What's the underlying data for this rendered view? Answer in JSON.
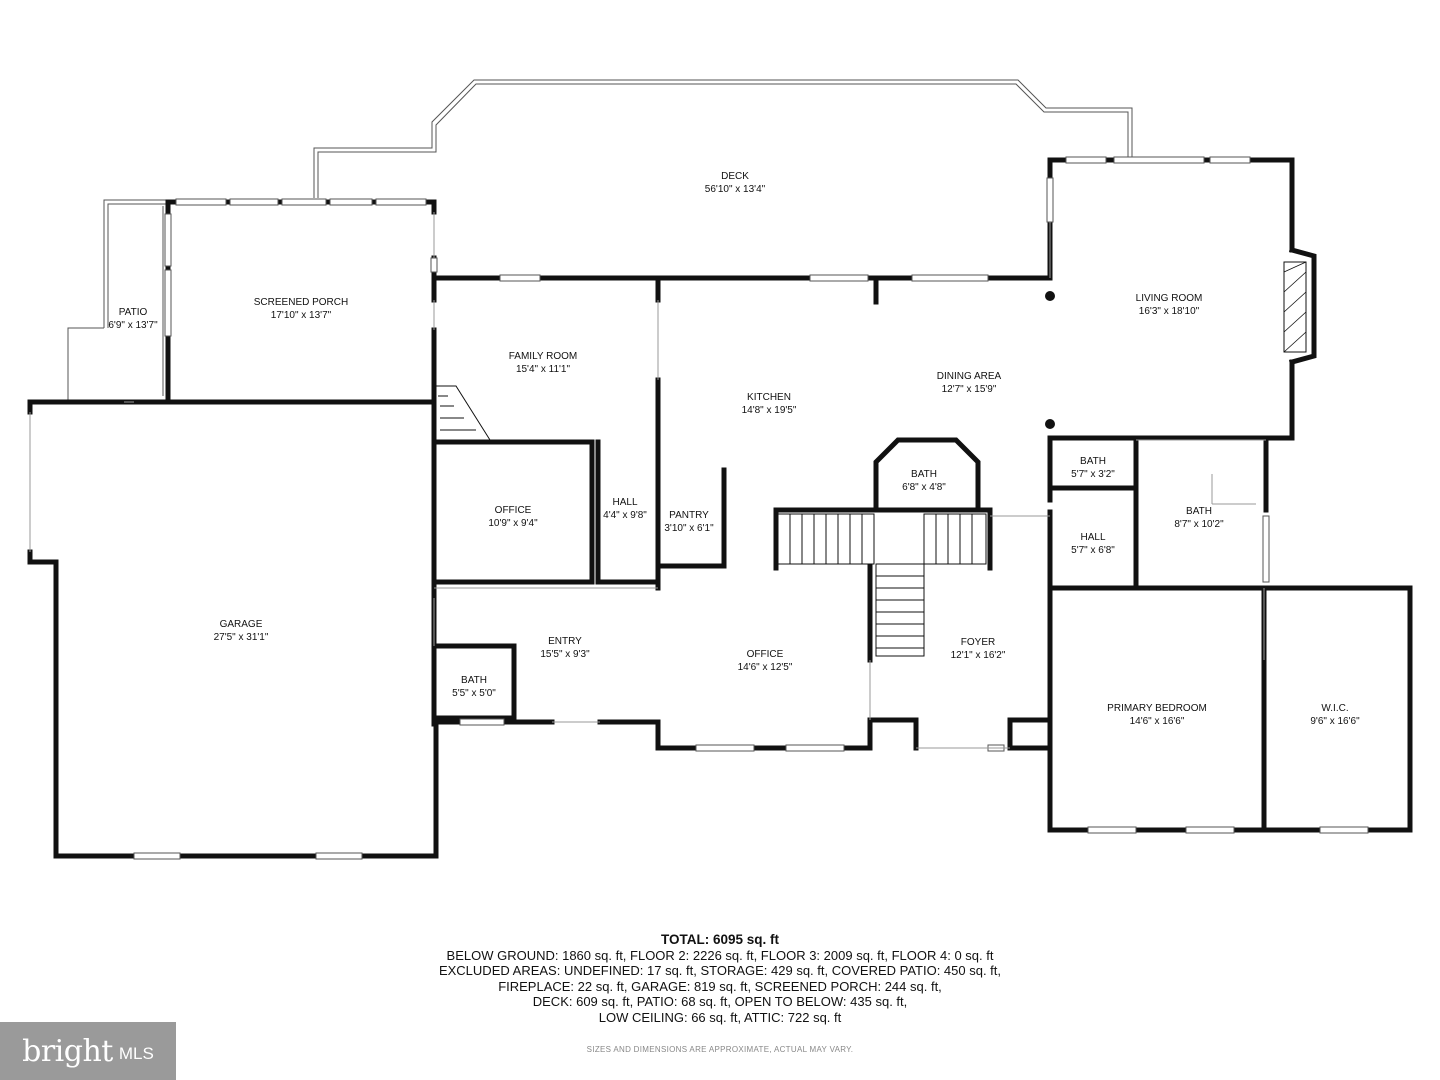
{
  "rooms": {
    "deck": {
      "name": "DECK",
      "dims": "56'10\" x 13'4\""
    },
    "screened_porch": {
      "name": "SCREENED PORCH",
      "dims": "17'10\" x 13'7\""
    },
    "patio": {
      "name": "PATIO",
      "dims": "6'9\" x 13'7\""
    },
    "family_room": {
      "name": "FAMILY ROOM",
      "dims": "15'4\" x 11'1\""
    },
    "kitchen": {
      "name": "KITCHEN",
      "dims": "14'8\" x 19'5\""
    },
    "dining_area": {
      "name": "DINING AREA",
      "dims": "12'7\" x 15'9\""
    },
    "living_room": {
      "name": "LIVING ROOM",
      "dims": "16'3\" x 18'10\""
    },
    "garage": {
      "name": "GARAGE",
      "dims": "27'5\" x 31'1\""
    },
    "office_left": {
      "name": "OFFICE",
      "dims": "10'9\" x 9'4\""
    },
    "hall_left": {
      "name": "HALL",
      "dims": "4'4\" x 9'8\""
    },
    "pantry": {
      "name": "PANTRY",
      "dims": "3'10\" x 6'1\""
    },
    "bath_center": {
      "name": "BATH",
      "dims": "6'8\" x 4'8\""
    },
    "bath_small_right": {
      "name": "BATH",
      "dims": "5'7\" x 3'2\""
    },
    "bath_right": {
      "name": "BATH",
      "dims": "8'7\" x 10'2\""
    },
    "hall_right": {
      "name": "HALL",
      "dims": "5'7\" x 6'8\""
    },
    "entry": {
      "name": "ENTRY",
      "dims": "15'5\" x 9'3\""
    },
    "bath_left": {
      "name": "BATH",
      "dims": "5'5\" x 5'0\""
    },
    "office_center": {
      "name": "OFFICE",
      "dims": "14'6\" x 12'5\""
    },
    "foyer": {
      "name": "FOYER",
      "dims": "12'1\" x 16'2\""
    },
    "primary_bedroom": {
      "name": "PRIMARY BEDROOM",
      "dims": "14'6\" x 16'6\""
    },
    "wic": {
      "name": "W.I.C.",
      "dims": "9'6\" x 16'6\""
    }
  },
  "summary": {
    "total": "TOTAL: 6095 sq. ft",
    "line1": "BELOW GROUND: 1860 sq. ft, FLOOR 2: 2226 sq. ft, FLOOR 3: 2009 sq. ft, FLOOR 4: 0 sq. ft",
    "line2": "EXCLUDED AREAS: UNDEFINED: 17 sq. ft, STORAGE: 429 sq. ft, COVERED PATIO: 450 sq. ft,",
    "line3": "FIREPLACE: 22 sq. ft, GARAGE: 819 sq. ft, SCREENED PORCH: 244 sq. ft,",
    "line4": "DECK: 609 sq. ft, PATIO: 68 sq. ft, OPEN TO BELOW: 435 sq. ft,",
    "line5": "LOW CEILING: 66 sq. ft, ATTIC: 722 sq. ft"
  },
  "disclaimer": "SIZES AND DIMENSIONS ARE APPROXIMATE, ACTUAL MAY VARY.",
  "logo": {
    "brand": "bright",
    "suffix": "MLS"
  },
  "colors": {
    "wall": "#111111",
    "thin": "#555555",
    "logo_bg": "#9a9a9a"
  }
}
